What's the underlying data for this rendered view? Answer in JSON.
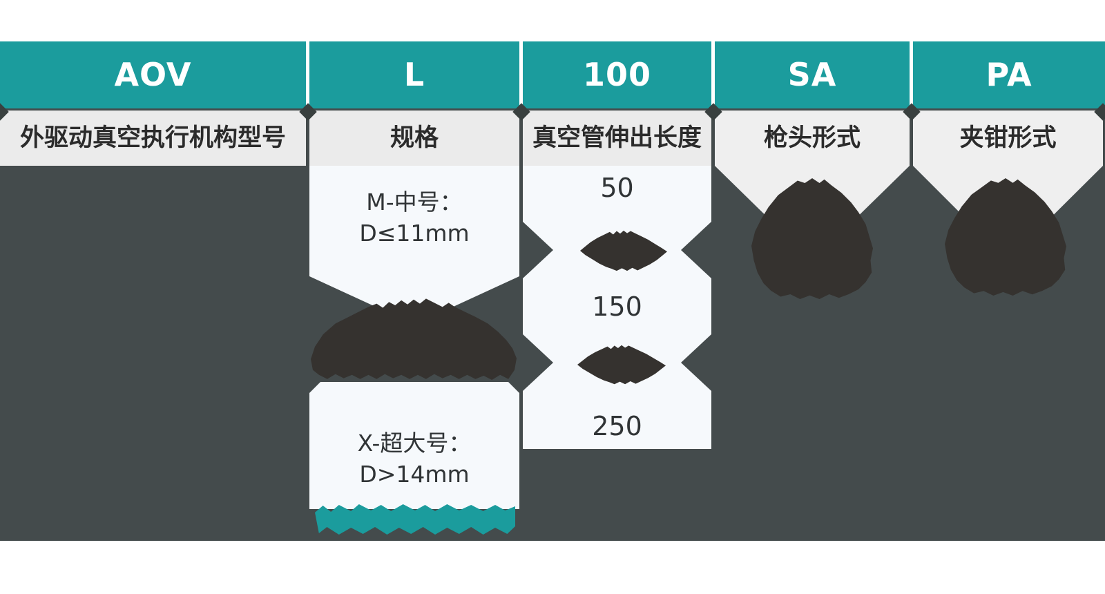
{
  "columns": [
    {
      "code": "AOV",
      "label": "外驱动真空执行机构型号"
    },
    {
      "code": "L",
      "label": "规格",
      "option_m": {
        "title": "M-中号：",
        "detail": "D≤11mm"
      },
      "option_x": {
        "title": "X-超大号：",
        "detail": "D>14mm"
      }
    },
    {
      "code": "100",
      "label": "真空管伸出长度",
      "lengths": [
        "50",
        "150",
        "250"
      ]
    },
    {
      "code": "SA",
      "label": "枪头形式"
    },
    {
      "code": "PA",
      "label": "夹钳形式"
    }
  ],
  "colors": {
    "teal": "#1b9c9d",
    "panel_dark": "#444b4c",
    "redaction_dark": "#35322f",
    "option_box": "#f6f9fc",
    "label_bg": "#ebebeb",
    "pentagon_bg": "#efefef"
  }
}
